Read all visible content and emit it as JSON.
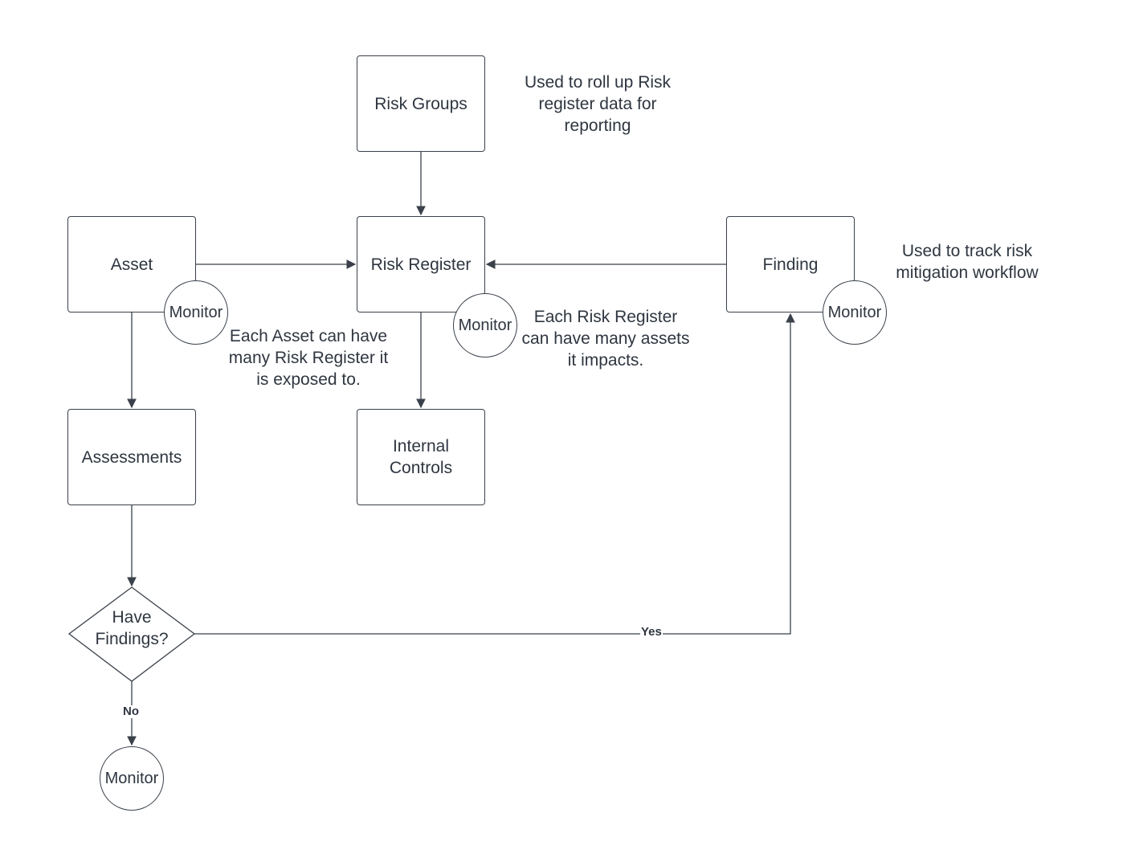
{
  "nodes": {
    "risk_groups": "Risk Groups",
    "asset": "Asset",
    "risk_register": "Risk Register",
    "finding": "Finding",
    "assessments": "Assessments",
    "internal_controls_line1": "Internal",
    "internal_controls_line2": "Controls",
    "decision_line1": "Have",
    "decision_line2": "Findings?"
  },
  "monitors": {
    "asset": "Monitor",
    "risk_register": "Monitor",
    "finding": "Monitor",
    "no_branch": "Monitor"
  },
  "notes": {
    "risk_groups": [
      "Used to roll up Risk",
      "register data for",
      "reporting"
    ],
    "finding": [
      "Used to track risk",
      "mitigation workflow"
    ],
    "asset": [
      "Each Asset can have",
      "many Risk Register it",
      "is exposed to."
    ],
    "risk_register": [
      "Each Risk Register",
      "can have many assets",
      "it impacts."
    ]
  },
  "edge_labels": {
    "yes": "Yes",
    "no": "No"
  },
  "colors": {
    "stroke": "#3a414a",
    "text": "#2f3640",
    "background": "#ffffff"
  }
}
